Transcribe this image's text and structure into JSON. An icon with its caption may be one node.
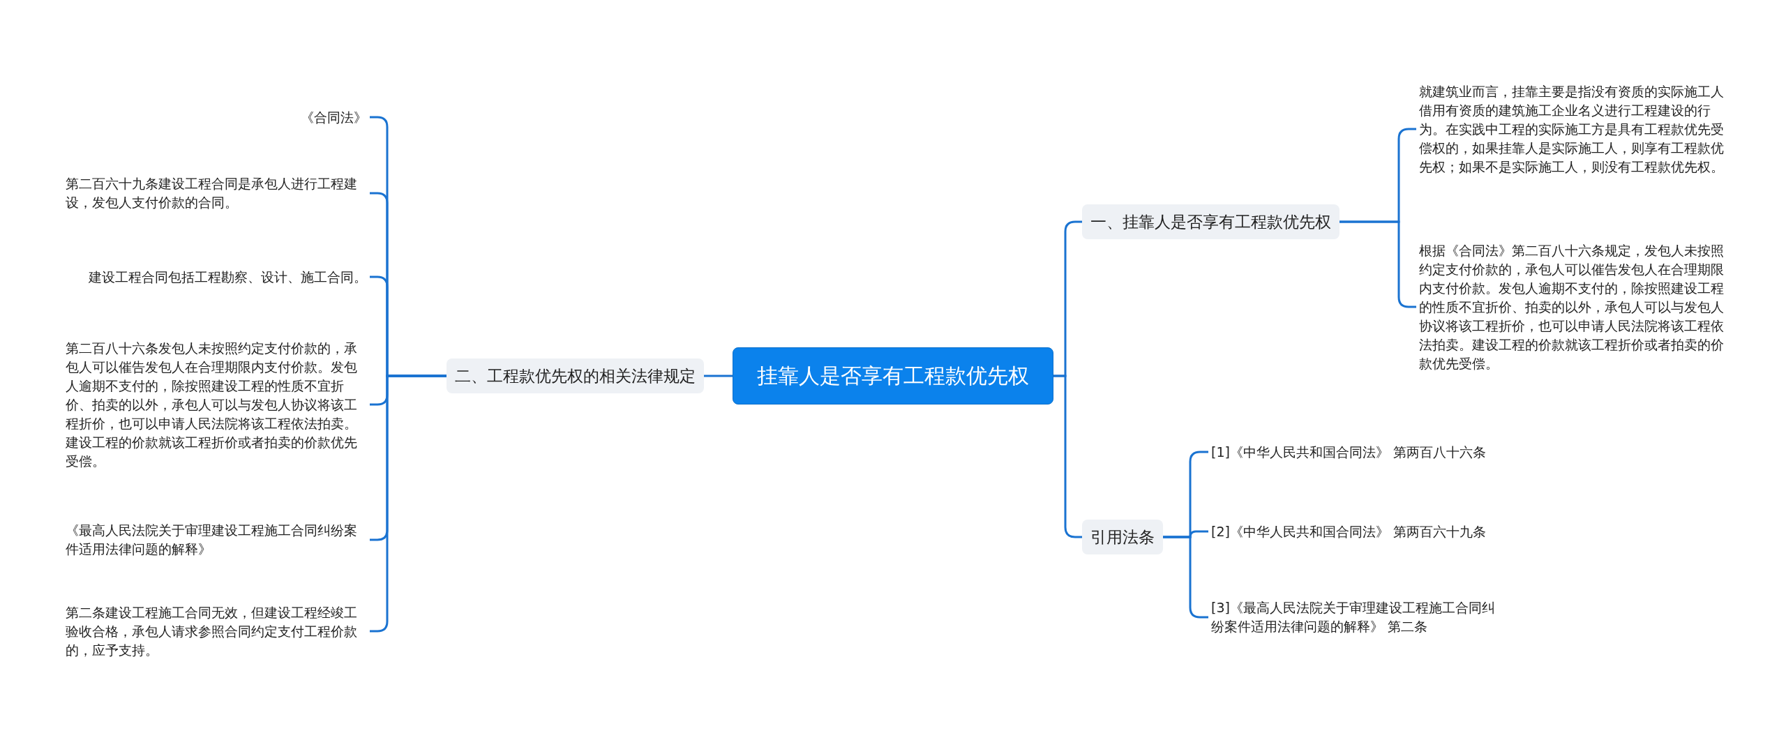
{
  "diagram": {
    "nodes": [
      {
        "text": [
          "挂靠人是否享有工程款优先权"
        ]
      },
      {
        "text": [
          "一、挂靠人是否享有工程款优先权"
        ]
      },
      {
        "text": [
          "就建筑业而言，挂靠主要是指没有资质的实际施工人借用有资质的建筑施工企业名义进行工程建设的行为。在实践中工程的实际施工方是具有工程款优先受偿权的，如果挂靠人是实际施工人，则享有工程款优先权；如果不是实际施工人，则没有工程款优先权。"
        ]
      },
      {
        "text": [
          "根据《合同法》第二百八十六条规定，发包人未按照约定支付价款的，承包人可以催告发包人在合理期限内支付价款。发包人逾期不支付的，除按照建设工程的性质不宜折价、拍卖的以外，承包人可以与发包人协议将该工程折价，也可以申请人民法院将该工程依法拍卖。建设工程的价款就该工程折价或者拍卖的价款优先受偿。"
        ]
      },
      {
        "text": [
          "引用法条"
        ]
      },
      {
        "text": [
          "[1]《中华人民共和国合同法》 第两百八十六条"
        ]
      },
      {
        "text": [
          "[2]《中华人民共和国合同法》 第两百六十九条"
        ]
      },
      {
        "text": [
          "[3]《最高人民法院关于审理建设工程施工合同纠纷案件适用法律问题的解释》 第二条"
        ]
      },
      {
        "text": [
          "二、工程款优先权的相关法律规定"
        ]
      },
      {
        "text": [
          "《合同法》"
        ]
      },
      {
        "text": [
          "第二百六十九条建设工程合同是承包人进行工程建设，发包人支付价款的合同。"
        ]
      },
      {
        "text": [
          "建设工程合同包括工程勘察、设计、施工合同。"
        ]
      },
      {
        "text": [
          "第二百八十六条发包人未按照约定支付价款的，承包人可以催告发包人在合理期限内支付价款。发包人逾期不支付的，除按照建设工程的性质不宜折价、拍卖的以外，承包人可以与发包人协议将该工程折价，也可以申请人民法院将该工程依法拍卖。建设工程的价款就该工程折价或者拍卖的价款优先受偿。"
        ]
      },
      {
        "text": [
          "《最高人民法院关于审理建设工程施工合同纠纷案件适用法律问题的解释》"
        ]
      },
      {
        "text": [
          "第二条建设工程施工合同无效，但建设工程经竣工验收合格，承包人请求参照合同约定支付工程价款的，应予支持。"
        ]
      }
    ],
    "edges": [
      {
        "from": 0,
        "to": 1,
        "arrow": "none"
      },
      {
        "from": 1,
        "to": 2,
        "arrow": "none"
      },
      {
        "from": 1,
        "to": 3,
        "arrow": "none"
      },
      {
        "from": 0,
        "to": 4,
        "arrow": "none"
      },
      {
        "from": 4,
        "to": 5,
        "arrow": "none"
      },
      {
        "from": 4,
        "to": 6,
        "arrow": "none"
      },
      {
        "from": 4,
        "to": 7,
        "arrow": "none"
      },
      {
        "from": 0,
        "to": 8,
        "arrow": "none"
      },
      {
        "from": 8,
        "to": 9,
        "arrow": "none"
      },
      {
        "from": 8,
        "to": 10,
        "arrow": "none"
      },
      {
        "from": 8,
        "to": 11,
        "arrow": "none"
      },
      {
        "from": 8,
        "to": 12,
        "arrow": "none"
      },
      {
        "from": 8,
        "to": 13,
        "arrow": "none"
      },
      {
        "from": 8,
        "to": 14,
        "arrow": "none"
      }
    ]
  }
}
